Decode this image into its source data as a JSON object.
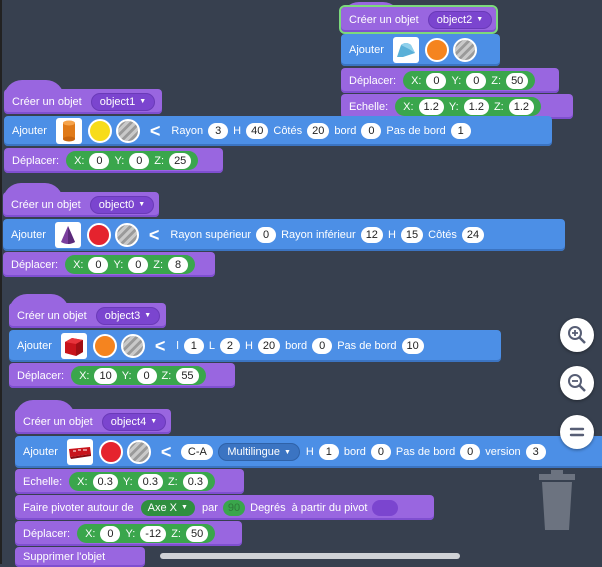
{
  "labels": {
    "create": "Créer un objet",
    "add": "Ajouter",
    "move": "Déplacer:",
    "scale": "Echelle:",
    "rotate": "Faire pivoter autour de",
    "by": "par",
    "degrees": "Degrés",
    "from_pivot": "à partir du pivot",
    "delete": "Supprimer l'objet",
    "x": "X:",
    "y": "Y:",
    "z": "Z:"
  },
  "object2": {
    "name": "object2",
    "move": {
      "x": "0",
      "y": "0",
      "z": "50"
    },
    "scale": {
      "x": "1.2",
      "y": "1.2",
      "z": "1.2"
    },
    "color": "#f5841f"
  },
  "object1": {
    "name": "object1",
    "color": "#f7dc1a",
    "params": {
      "radius_label": "Rayon",
      "radius": "3",
      "h_label": "H",
      "h": "40",
      "sides_label": "Côtés",
      "sides": "20",
      "edge_label": "bord",
      "edge": "0",
      "edge_step_label": "Pas de bord",
      "edge_step": "1"
    },
    "move": {
      "x": "0",
      "y": "0",
      "z": "25"
    }
  },
  "object0": {
    "name": "object0",
    "color": "#e5232e",
    "params": {
      "r_top_label": "Rayon supérieur",
      "r_top": "0",
      "r_bottom_label": "Rayon inférieur",
      "r_bottom": "12",
      "h_label": "H",
      "h": "15",
      "sides_label": "Côtés",
      "sides": "24"
    },
    "move": {
      "x": "0",
      "y": "0",
      "z": "8"
    }
  },
  "object3": {
    "name": "object3",
    "color": "#f5841f",
    "params": {
      "l_label": "l",
      "l": "1",
      "L_label": "L",
      "L": "2",
      "h_label": "H",
      "h": "20",
      "edge_label": "bord",
      "edge": "0",
      "edge_step_label": "Pas de bord",
      "edge_step": "10"
    },
    "move": {
      "x": "10",
      "y": "0",
      "z": "55"
    }
  },
  "object4": {
    "name": "object4",
    "color": "#e5232e",
    "params": {
      "text": "C-A",
      "font": "Multilingue",
      "h_label": "H",
      "h": "1",
      "edge_label": "bord",
      "edge": "0",
      "edge_step_label": "Pas de bord",
      "edge_step": "0",
      "version_label": "version",
      "version": "3"
    },
    "scale": {
      "x": "0.3",
      "y": "0.3",
      "z": "0.3"
    },
    "rotate": {
      "axis": "Axe X",
      "degrees": "90"
    },
    "move": {
      "x": "0",
      "y": "-12",
      "z": "50"
    }
  },
  "zoom": {
    "in_icon": "zoom-in-icon",
    "out_icon": "zoom-out-icon",
    "reset_icon": "zoom-reset-icon"
  }
}
